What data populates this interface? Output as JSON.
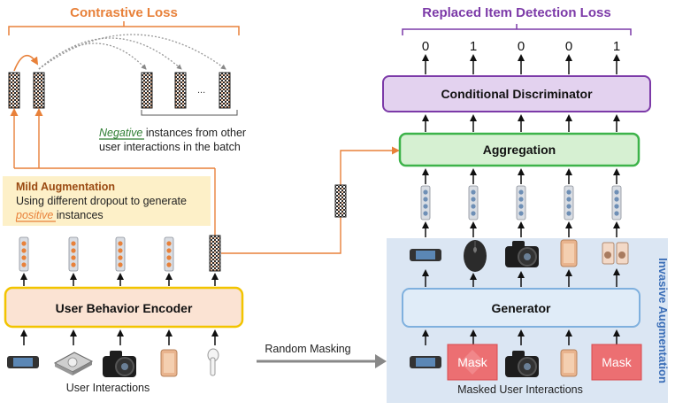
{
  "contrastive_loss": "Contrastive Loss",
  "replaced_item_loss": "Replaced Item Detection Loss",
  "detection_labels": [
    "0",
    "1",
    "0",
    "0",
    "1"
  ],
  "discriminator_label": "Conditional Discriminator",
  "aggregation_label": "Aggregation",
  "generator_label": "Generator",
  "encoder_label": "User Behavior Encoder",
  "negative_word": "Negative",
  "negative_rest": " instances from other",
  "negative_line2": "user interactions in the batch",
  "mild_title": "Mild Augmentation",
  "mild_line1": "Using different dropout to generate",
  "positive_word": "positive",
  "positive_rest": " instances",
  "ellipsis": "...",
  "random_masking": "Random Masking",
  "user_interactions": "User Interactions",
  "masked_user_interactions": "Masked User Interactions",
  "invasive_aug": "Invasive Augmentation",
  "mask_label": "Mask",
  "colors": {
    "orange": "#e8813a",
    "purple": "#7c3aa8",
    "discriminator_fill": "#e3d2ef",
    "aggregation_fill": "#d6f0d2",
    "aggregation_stroke": "#3db34a",
    "generator_fill": "#e0ecf8",
    "generator_stroke": "#7fb0de",
    "encoder_fill": "#fbe3d3",
    "encoder_stroke": "#f2c400",
    "mild_fill": "#fdf0c8",
    "panel_fill": "#dbe6f3",
    "mask_fill": "#ec6f72",
    "green_underline": "#2e7d32",
    "invasive_text": "#3c6fb8"
  }
}
